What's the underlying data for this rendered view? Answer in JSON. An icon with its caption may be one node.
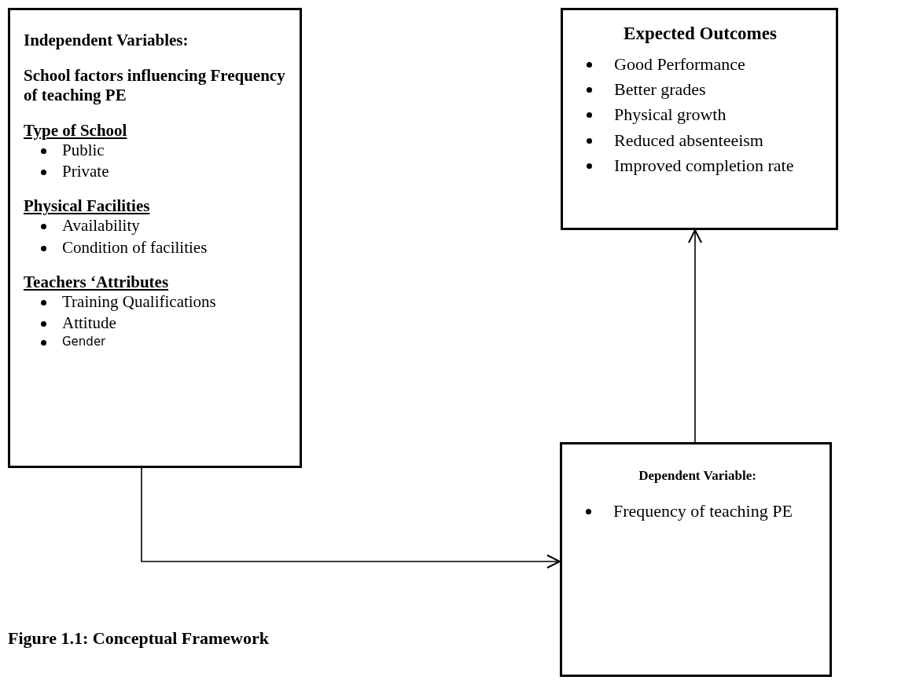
{
  "diagram": {
    "caption": "Figure 1.1: Conceptual Framework",
    "nodes": [
      {
        "text": [
          "Independent Variables:",
          "School factors influencing Frequency of teaching PE",
          "Type of School",
          "Public",
          "Private",
          "Physical Facilities",
          "Availability",
          "Condition of facilities",
          "Teachers ‘Attributes",
          "Training Qualifications",
          "Attitude",
          "Gender"
        ]
      },
      {
        "text": [
          "Expected Outcomes",
          "Good Performance",
          "Better grades",
          "Physical growth",
          "Reduced absenteeism",
          "Improved completion rate"
        ]
      },
      {
        "text": [
          "Dependent Variable:",
          "Frequency of teaching PE"
        ]
      }
    ],
    "edges": [
      {
        "from": 0,
        "to": 2,
        "arrow": "to"
      },
      {
        "from": 2,
        "to": 1,
        "arrow": "to"
      }
    ]
  }
}
